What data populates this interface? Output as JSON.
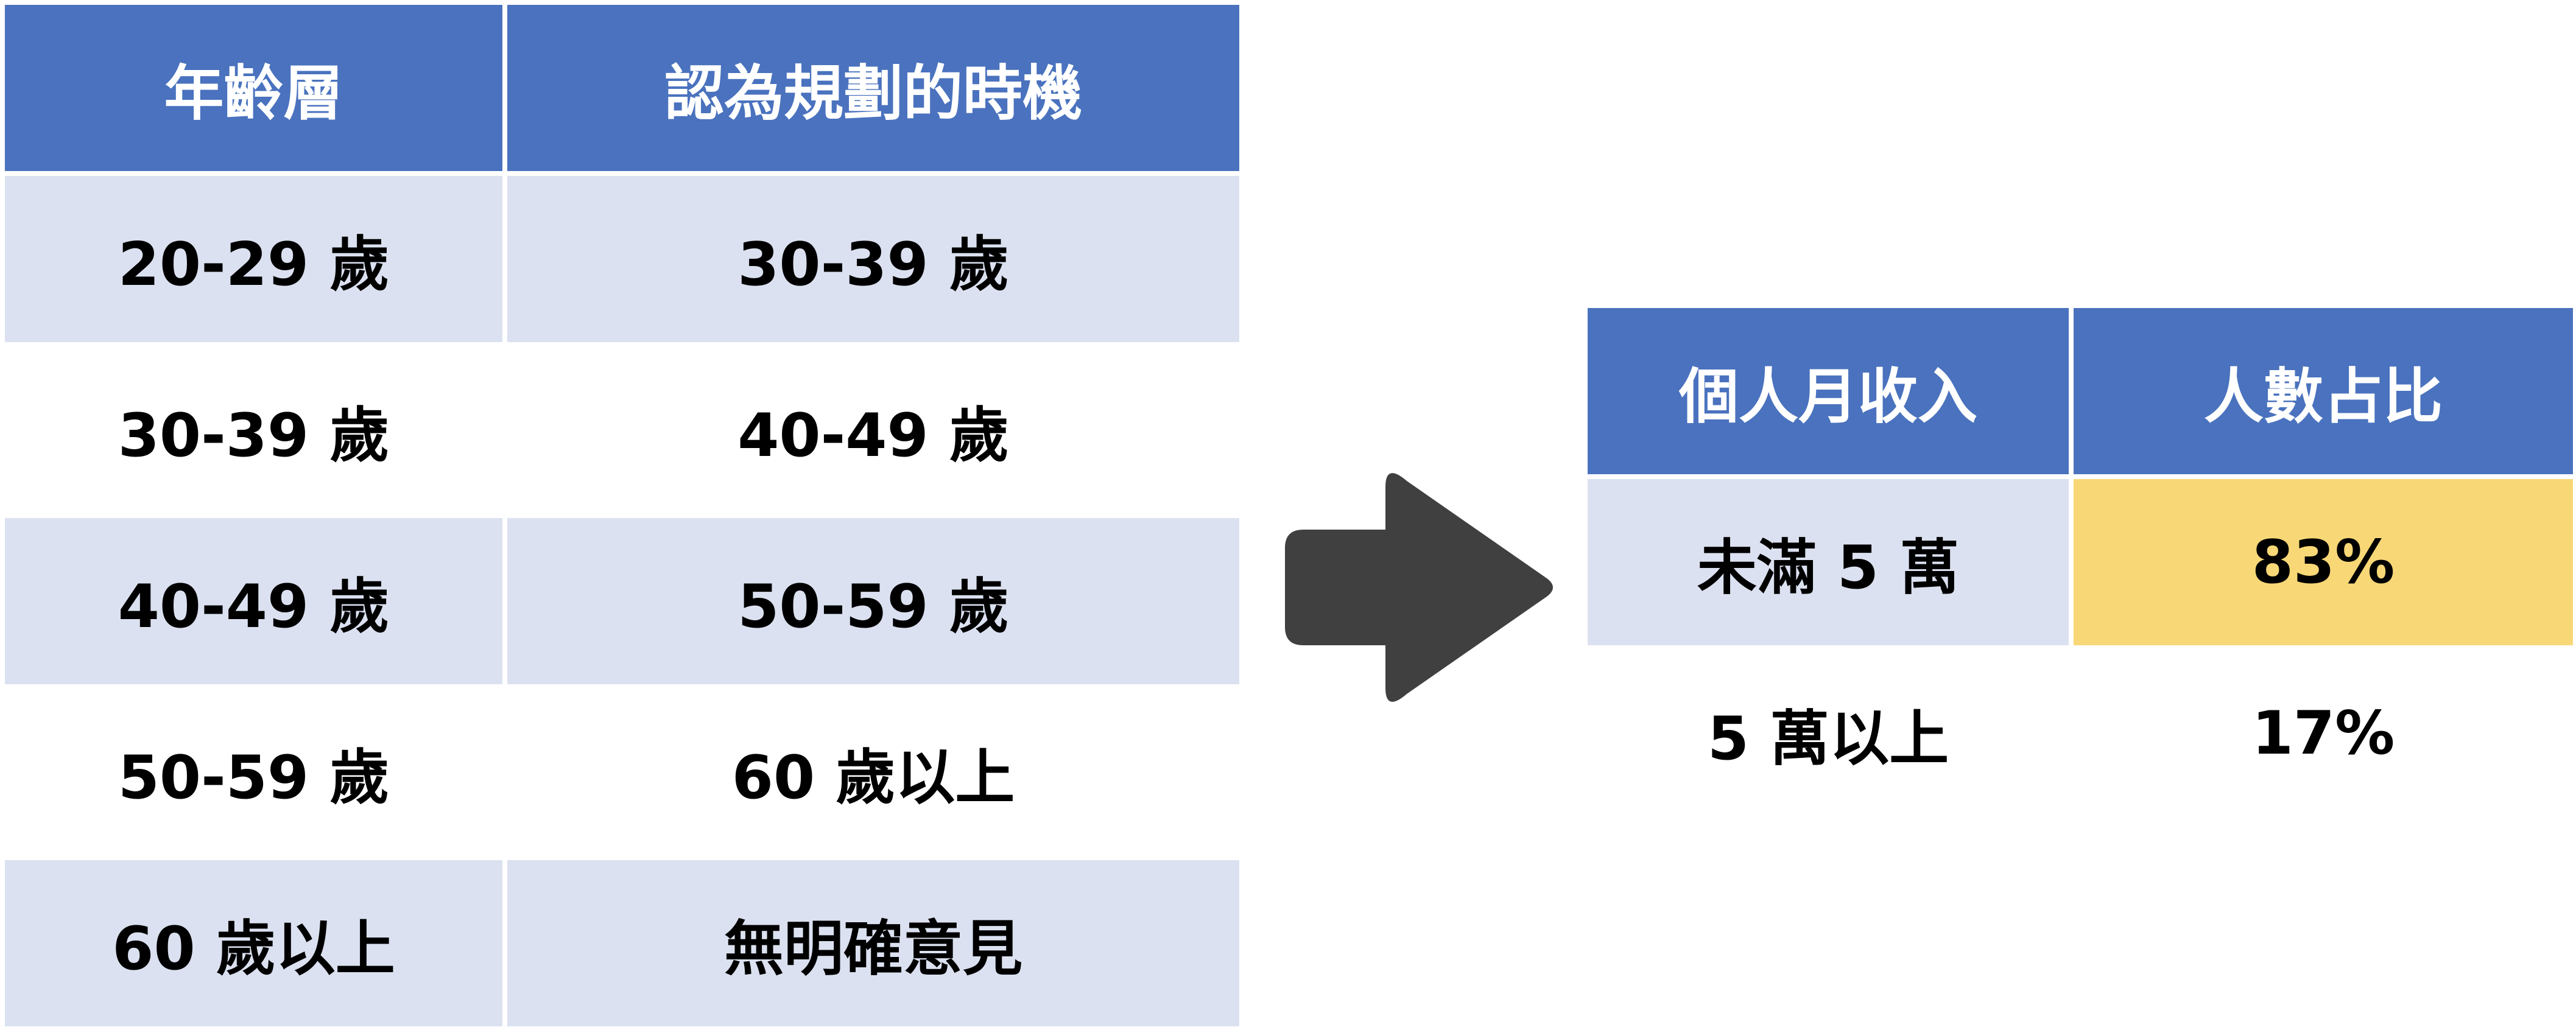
{
  "left_table": {
    "headers": [
      "年齡層",
      "認為規劃的時機"
    ],
    "rows": [
      [
        "20-29 歲",
        "30-39 歲"
      ],
      [
        "30-39 歲",
        "40-49 歲"
      ],
      [
        "40-49 歲",
        "50-59 歲"
      ],
      [
        "50-59 歲",
        "60 歲以上"
      ],
      [
        "60 歲以上",
        "無明確意見"
      ]
    ]
  },
  "right_table": {
    "headers": [
      "個人月收入",
      "人數占比"
    ],
    "rows": [
      [
        "未滿 5 萬",
        "83%"
      ],
      [
        "5 萬以上",
        "17%"
      ]
    ]
  },
  "arrow_icon": "right-arrow-icon",
  "colors": {
    "header_bg": "#4a72be",
    "header_text": "#ffffff",
    "row_shade": "#dbe1f0",
    "highlight": "#f8d776",
    "arrow": "#404040"
  }
}
